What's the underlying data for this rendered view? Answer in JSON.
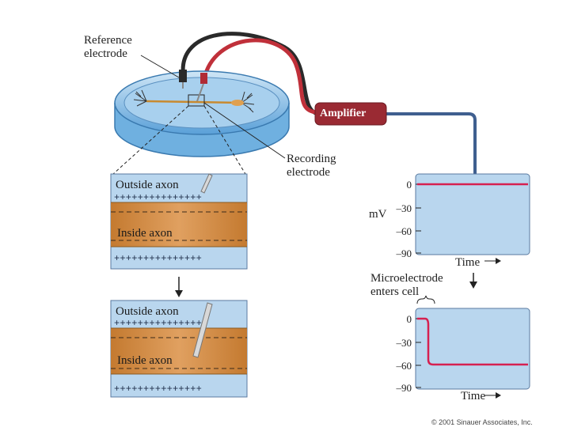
{
  "labels": {
    "reference": [
      "Reference",
      "electrode"
    ],
    "recording": [
      "Recording",
      "electrode"
    ],
    "amplifier": "Amplifier",
    "micro": [
      "Microelectrode",
      "enters cell"
    ],
    "mv": "mV",
    "time": "Time",
    "copyright": "© 2001 Sinauer Associates, Inc."
  },
  "panels": {
    "outside": "Outside axon",
    "inside": "Inside axon",
    "plus_row": "+++++++++++++++",
    "minus_row": "– – – – – – – – – – – – – – –"
  },
  "graph1": {
    "ticks": [
      "0",
      "–30",
      "–60",
      "–90"
    ],
    "trace_mv": [
      0,
      0
    ]
  },
  "graph2": {
    "ticks": [
      "0",
      "–30",
      "–60",
      "–90"
    ],
    "trace_mv_before": 0,
    "trace_mv_after": -60
  },
  "colors": {
    "panel_bg": "#b9d6ee",
    "axon_fill": "#d48a3c",
    "trace": "#d62050",
    "amplifier": "#9a2a33",
    "red_wire": "#c0303a",
    "black_wire": "#2a2a2a",
    "blue_wire": "#3f5f8f"
  }
}
